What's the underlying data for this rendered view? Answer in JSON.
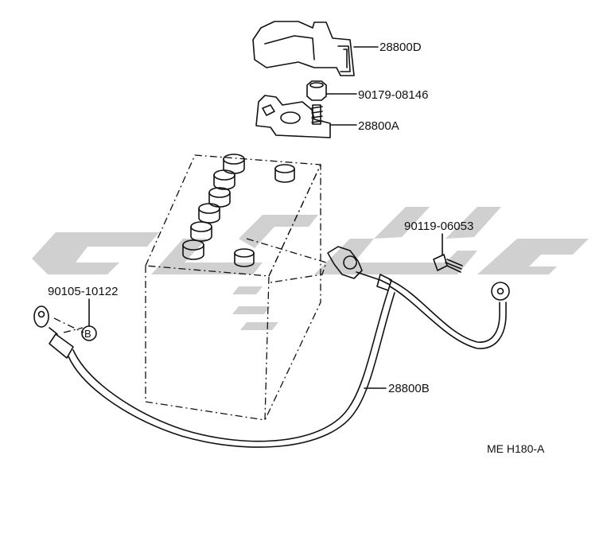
{
  "parts": {
    "terminal_cover": "28800D",
    "nut": "90179-08146",
    "positive_clamp": "28800A",
    "bolt": "90119-06053",
    "ground_bolt": "90105-10122",
    "cable": "28800B"
  },
  "callout_b": "B",
  "figure_code": "ME H180-A"
}
